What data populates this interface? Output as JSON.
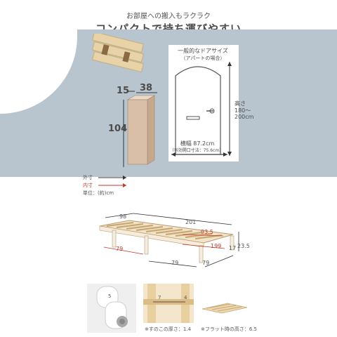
{
  "header": {
    "subtitle": "お部屋への搬入もラクラク",
    "title": "コンパクトで持ち運びやすい"
  },
  "box": {
    "depth": "15",
    "width": "38",
    "height": "104"
  },
  "door": {
    "label_line1": "一般的なドアサイズ",
    "label_line2": "（アパートの場合）",
    "height_line1": "高さ",
    "height_line2": "180〜",
    "height_line3": "200cm",
    "width_line1": "横幅 87.2cm",
    "width_line2": "（有効開口寸法：75.6cm）"
  },
  "legend": {
    "outer": "外寸",
    "inner": "内寸",
    "unit": "単位：(約)cm",
    "outer_color": "#333333",
    "inner_color": "#c0392b"
  },
  "bed": {
    "width": "98",
    "length": "201",
    "inner_width": "93.5",
    "inner_length": "199",
    "leg_a": "79",
    "leg_b": "79",
    "leg_c": "79",
    "leg_height": "17",
    "total_height": "23.5"
  },
  "photos": {
    "leg_size": "5",
    "slat_gap_a": "7",
    "slat_gap_b": "4",
    "caption1": "※すのこの厚さ：1.4",
    "caption2": "※フラット時の高さ：6.5"
  }
}
